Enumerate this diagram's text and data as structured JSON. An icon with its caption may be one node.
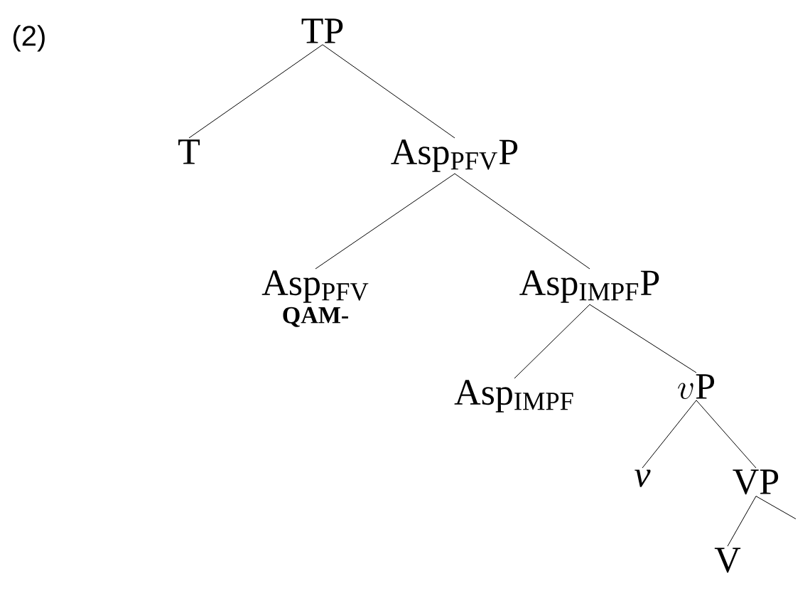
{
  "diagram": {
    "nodes": [
      {
        "text": [
          "TP"
        ]
      },
      {
        "text": [
          "T"
        ]
      },
      {
        "text": [
          "Asp$_{PFV}$P"
        ]
      },
      {
        "text": [
          "Asp$_{PFV}$",
          "QAM-"
        ]
      },
      {
        "text": [
          "Asp$_{IMPF}$P"
        ]
      },
      {
        "text": [
          "Asp$_{IMPF}$"
        ]
      },
      {
        "text": [
          "v\\mathrm{P}"
        ]
      },
      {
        "text": [
          "v"
        ]
      },
      {
        "text": [
          "VP"
        ]
      },
      {
        "text": [
          "V"
        ]
      }
    ],
    "edges": [
      {
        "from": 0,
        "to": 1,
        "arrow": "none"
      },
      {
        "from": 0,
        "to": 2,
        "arrow": "none"
      },
      {
        "from": 2,
        "to": 3,
        "arrow": "none"
      },
      {
        "from": 2,
        "to": 4,
        "arrow": "none"
      },
      {
        "from": 4,
        "to": 5,
        "arrow": "none"
      },
      {
        "from": 4,
        "to": 6,
        "arrow": "none"
      },
      {
        "from": 6,
        "to": 7,
        "arrow": "none"
      },
      {
        "from": 6,
        "to": 8,
        "arrow": "none"
      },
      {
        "from": 8,
        "to": 9,
        "arrow": "none"
      },
      {
        "from": 8,
        "to": null,
        "arrow": "none"
      }
    ],
    "labels": [
      "(2)"
    ]
  }
}
